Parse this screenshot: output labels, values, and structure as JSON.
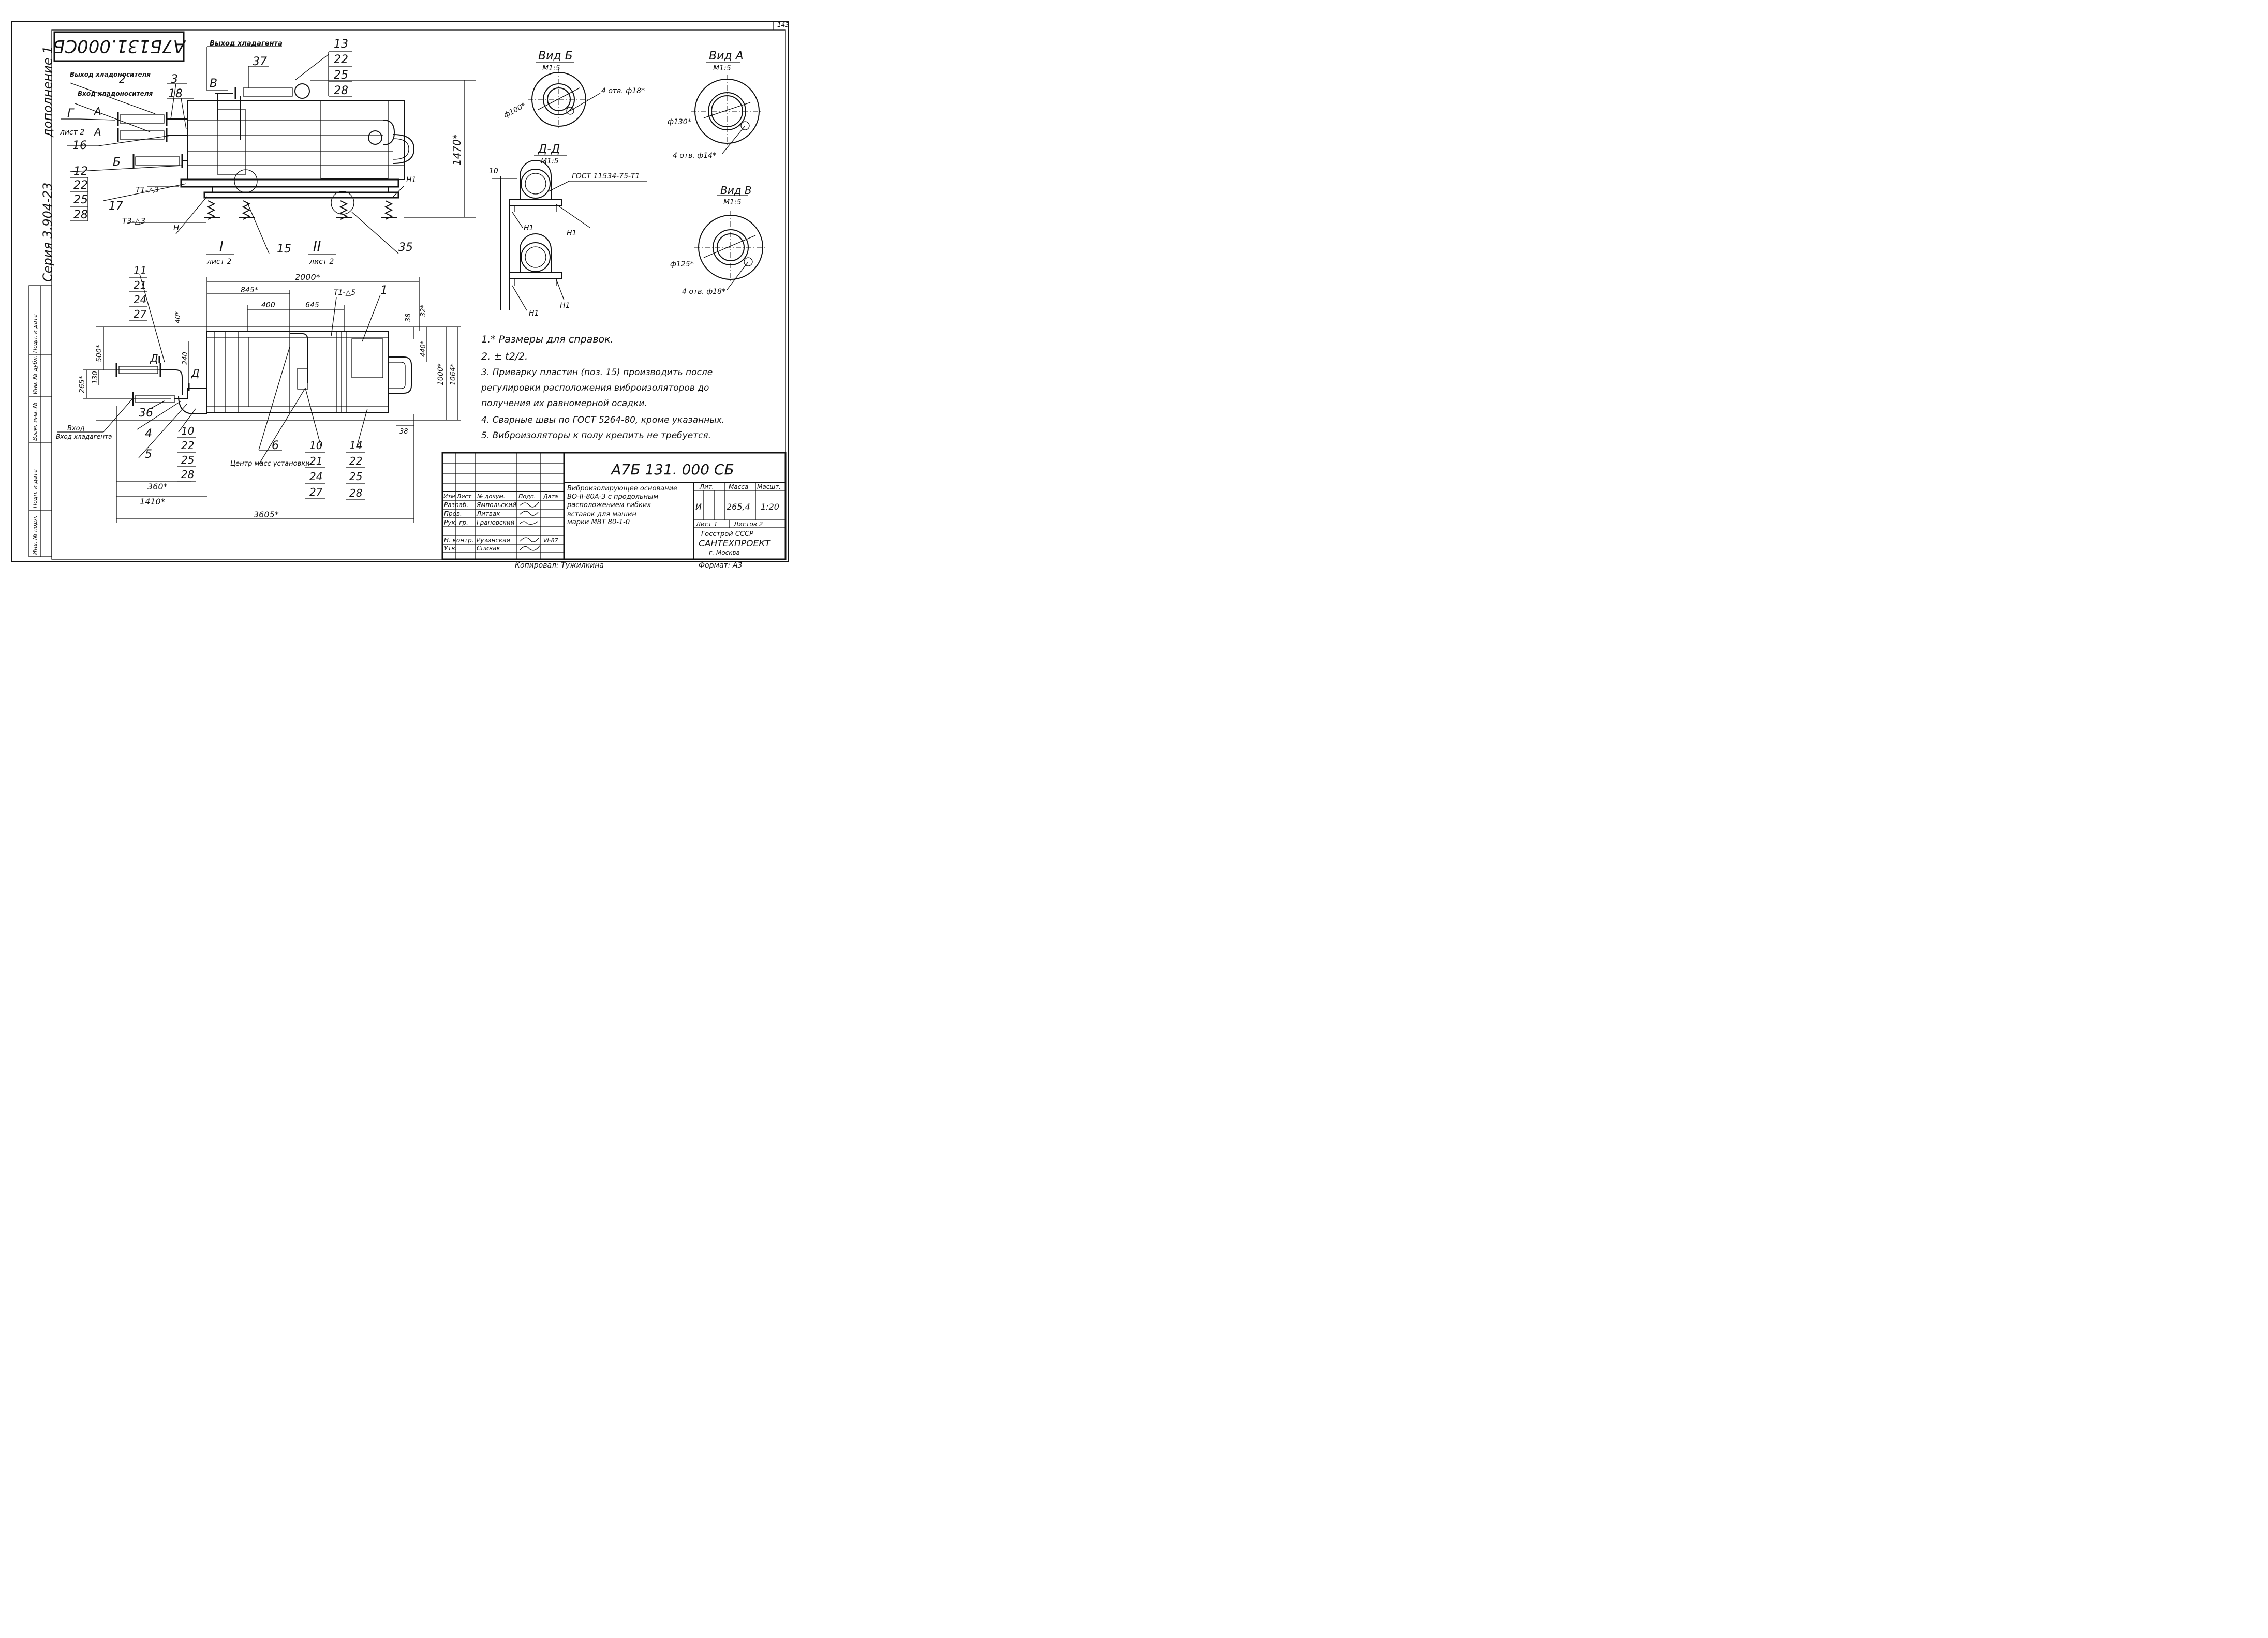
{
  "sheet": {
    "page_number": "143",
    "top_code": "А7Б131.000СБ",
    "side_texts": [
      "дополнение 1",
      "Серия 3.904-23"
    ],
    "side_stamp": [
      "Подп. и дата",
      "Инв. № дубл.",
      "Взам. инв. №",
      "Подп. и дата",
      "Инв. № подл."
    ]
  },
  "elevation": {
    "labels": {
      "refrigerant_out": "Выход хладагента",
      "coolant_out": "Выход хладоносителя",
      "coolant_in": "Вход хладоносителя",
      "a1": "А",
      "a2": "А",
      "b": "Б",
      "v": "В",
      "g": "Г",
      "g_sheet": "лист 2",
      "two": "2",
      "n": "Н",
      "t1": "Т1-△3",
      "t3": "Т3-△3",
      "n1": "Н1",
      "node1": "I",
      "node1_sheet": "лист 2",
      "node2": "II",
      "node2_sheet": "лист 2",
      "height": "1470*"
    },
    "callouts": {
      "p37": "37",
      "p3": "3",
      "p18": "18",
      "p16": "16",
      "p17": "17",
      "p15": "15",
      "p35": "35",
      "stack13": [
        "13",
        "22",
        "25",
        "28"
      ],
      "stack12": [
        "12",
        "22",
        "25",
        "28"
      ]
    }
  },
  "plan": {
    "dims": {
      "d2000": "2000*",
      "d845": "845*",
      "d400": "400",
      "d645": "645",
      "t1a5": "Т1-△5",
      "d40": "40*",
      "d500": "500*",
      "d240": "240",
      "d130": "130",
      "d265": "265*",
      "d38a": "38",
      "d32": "32*",
      "d440": "440*",
      "d1000": "1000*",
      "d1064": "1064*",
      "d38b": "38",
      "d360": "360*",
      "d1410": "1410*",
      "d3605": "3605*",
      "da": "Д",
      "db": "Д"
    },
    "callouts": {
      "p1": "1",
      "p36": "36",
      "p4": "4",
      "p5": "5",
      "p6": "6",
      "stack11": [
        "11",
        "21",
        "24",
        "27"
      ],
      "stack10a": [
        "10",
        "22",
        "25",
        "28"
      ],
      "stack10b": [
        "10",
        "21",
        "24",
        "27"
      ],
      "stack14": [
        "14",
        "22",
        "25",
        "28"
      ]
    },
    "labels": {
      "refrigerant_in": "Вход хладагента",
      "mass_center": "Центр масс установки"
    }
  },
  "views": {
    "vid_b": {
      "title": "Вид Б",
      "scale": "М1:5",
      "diameter": "ф100*",
      "holes": "4 отв. ф18*"
    },
    "vid_a": {
      "title": "Вид А",
      "scale": "М1:5",
      "diameter": "ф130*",
      "holes": "4 отв. ф14*"
    },
    "vid_v": {
      "title": "Вид В",
      "scale": "М1:5",
      "diameter": "ф125*",
      "holes": "4 отв. ф18*"
    },
    "section_dd": {
      "title": "Д-Д",
      "scale": "М1:5",
      "gost": "ГОСТ 11534-75-Т1",
      "dim": "10",
      "weld1": "Н1",
      "weld2": "Н1",
      "weld3": "Н1",
      "weld4": "Н1"
    }
  },
  "notes": [
    "1.* Размеры для справок.",
    "2. ± t2/2.",
    "3. Приварку пластин (поз. 15) производить после",
    "регулировки расположения виброизоляторов до",
    "получения их равномерной осадки.",
    "4. Сварные швы по ГОСТ 5264-80, кроме указанных.",
    "5. Виброизоляторы к полу крепить не требуется."
  ],
  "title_block": {
    "code": "А7Б 131. 000 СБ",
    "title_lines": [
      "Виброизолирующее основание",
      "ВО-II-80А-3 с продольным",
      "расположением гибких",
      "вставок для машин",
      "марки МВТ 80-1-0"
    ],
    "columns": [
      "Изм",
      "Лист",
      "№ докум.",
      "Подп.",
      "Дата"
    ],
    "roles": [
      {
        "role": "Разраб.",
        "name": "Ямпольский"
      },
      {
        "role": "Пров.",
        "name": "Литвак"
      },
      {
        "role": "Рук. гр.",
        "name": "Грановский"
      },
      {
        "role": "Н. контр.",
        "name": "Рузинская"
      },
      {
        "role": "Утв.",
        "name": "Спивак"
      }
    ],
    "date": "VI-87",
    "lit_label": "Лит.",
    "mass_label": "Масса",
    "scale_label": "Масшт.",
    "lit": "И",
    "mass": "265,4",
    "scale": "1:20",
    "sheet": "Лист 1",
    "sheets": "Листов 2",
    "org": [
      "Госстрой СССР",
      "САНТЕХПРОЕКТ",
      "г. Москва"
    ],
    "copied": "Копировал: Тужилкина",
    "format": "Формат: А3"
  }
}
